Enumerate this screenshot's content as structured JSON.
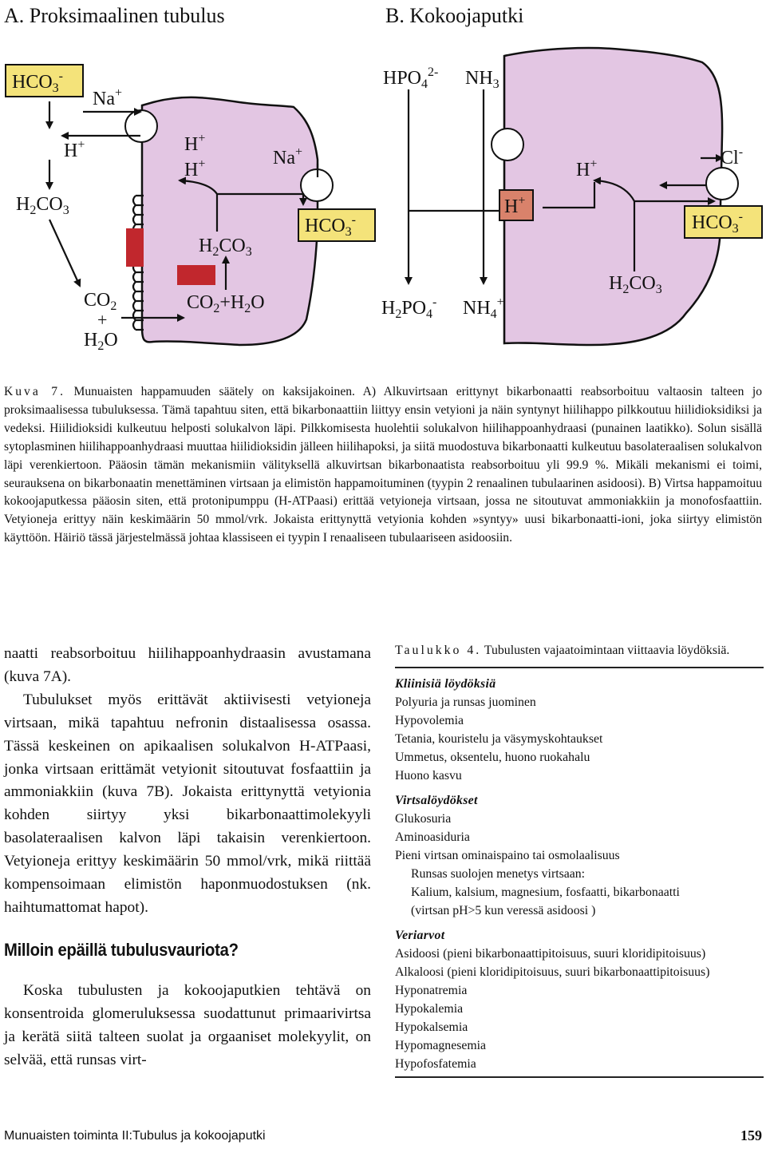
{
  "figure": {
    "panel_a_title": "A.   Proksimaalinen tubulus",
    "panel_b_title": "B.   Kokoojaputki",
    "a_hco3_box": "HCO3-",
    "a_na_top": "Na+",
    "a_h_left": "H+",
    "a_h2co3_left": "H2CO3",
    "a_h_mid1": "H+",
    "a_h_mid2": "H+",
    "a_na_right": "Na+",
    "a_hco3_right": "HCO3-",
    "a_h2co3_mid": "H2CO3",
    "a_co2": "CO2",
    "a_plus": "+",
    "a_h2o": "H2O",
    "a_co2_h2o": "CO2+H2O",
    "b_hpo4": "HPO42-",
    "b_nh3": "NH3",
    "b_h_box": "H+",
    "b_h_cell": "H+",
    "b_cl": "Cl-",
    "b_hco3_right": "HCO3-",
    "b_h2co3": "H2CO3",
    "b_h2po4": "H2PO4-",
    "b_nh4": "NH4+",
    "colors": {
      "cell": "#e3c6e3",
      "yellow_box": "#f4e37a",
      "salmon_box": "#d9826b",
      "red_enzyme": "#c1272d"
    }
  },
  "caption": {
    "label": "Kuva 7.",
    "text": " Munuaisten happamuuden säätely on kaksijakoinen. A) Alkuvirtsaan erittynyt bikarbonaatti reabsorboituu valtaosin talteen jo proksimaalisessa tubuluksessa. Tämä tapahtuu siten, että bikarbonaattiin liittyy ensin vetyioni ja näin syntynyt hiilihappo pilkkoutuu hiilidioksidiksi ja vedeksi. Hiilidioksidi kulkeutuu helposti solukalvon läpi. Pilkkomisesta huolehtii solukalvon hiilihappoanhydraasi (punainen laatikko). Solun sisällä sytoplasminen hiilihappoanhydraasi muuttaa hiilidioksidin jälleen hiilihapoksi, ja siitä muodostuva bikarbonaatti kulkeutuu basolateraalisen solukalvon läpi verenkiertoon. Pääosin tämän mekanismiin välityksellä alkuvirtsan bikarbonaatista reabsorboituu yli 99.9 %. Mikäli mekanismi ei toimi, seurauksena on bikarbonaatin menettäminen virtsaan ja elimistön happamoituminen (tyypin 2 renaalinen tubulaarinen asidoosi). B) Virtsa happamoituu kokoojaputkessa pääosin siten, että protonipumppu (H-ATPaasi) erittää vetyioneja virtsaan, jossa ne sitoutuvat ammoniakkiin ja monofosfaattiin. Vetyioneja erittyy näin keskimäärin 50 mmol/vrk. Jokaista erittynyttä vetyionia kohden »syntyy» uusi bikarbonaatti-ioni, joka siirtyy elimistön käyttöön. Häiriö tässä järjestelmässä johtaa klassiseen ei tyypin I renaaliseen tubulaariseen asidoosiin."
  },
  "body_left": {
    "para1": "naatti reabsorboituu hiilihappoanhydraasin avustamana (kuva 7A).",
    "para2": "Tubulukset myös erittävät aktiivisesti vetyioneja virtsaan, mikä tapahtuu nefronin distaalisessa osassa. Tässä keskeinen on apikaalisen solukalvon H-ATPaasi, jonka virtsaan erittämät vetyionit sitoutuvat fosfaattiin ja ammoniakkiin (kuva 7B). Jokaista erittynyttä vetyionia kohden siirtyy yksi bikarbonaattimolekyyli basolateraalisen kalvon läpi takaisin verenkiertoon. Vetyioneja erittyy keskimäärin 50 mmol/vrk, mikä riittää kompensoimaan elimistön haponmuodostuksen (nk. haihtumattomat hapot).",
    "heading": "Milloin epäillä tubulusvauriota?",
    "para3": "Koska tubulusten ja kokoojaputkien tehtävä on konsentroida glomeruluksessa suodattunut primaarivirtsa ja kerätä siitä talteen suolat ja orgaaniset molekyylit, on selvää, että runsas virt-"
  },
  "table": {
    "label": "Taulukko 4.",
    "title": " Tubulusten vajaatoimintaan viittaavia löydöksiä.",
    "cat1": "Kliinisiä löydöksiä",
    "cat1_items": [
      "Polyuria ja runsas juominen",
      "Hypovolemia",
      "Tetania, kouristelu ja väsymyskohtaukset",
      "Ummetus, oksentelu, huono ruokahalu",
      "Huono kasvu"
    ],
    "cat2": "Virtsalöydökset",
    "cat2_items": [
      "Glukosuria",
      "Aminoasiduria",
      "Pieni virtsan ominaispaino tai osmolaalisuus"
    ],
    "cat2_sub": [
      "Runsas suolojen menetys virtsaan:",
      "Kalium, kalsium, magnesium, fosfaatti, bikarbonaatti",
      "(virtsan pH>5 kun veressä asidoosi )"
    ],
    "cat3": "Veriarvot",
    "cat3_items": [
      "Asidoosi (pieni bikarbonaattipitoisuus, suuri kloridipitoisuus)",
      "Alkaloosi (pieni kloridipitoisuus, suuri bikarbonaattipitoisuus)",
      "Hyponatremia",
      "Hypokalemia",
      "Hypokalsemia",
      "Hypomagnesemia",
      "Hypofosfatemia"
    ]
  },
  "footer": {
    "running_title": "Munuaisten toiminta II:Tubulus ja kokoojaputki",
    "page_number": "159"
  }
}
